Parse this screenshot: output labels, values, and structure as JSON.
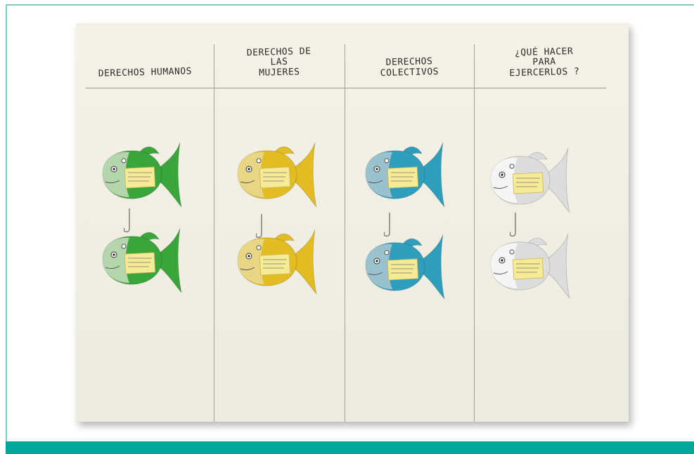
{
  "columns": [
    {
      "title": "DERECHOS HUMANOS",
      "color": "#3aa53a",
      "head": "#bcd7b3"
    },
    {
      "title": "DERECHOS DE\nLAS\nMUJERES",
      "color": "#e2bc22",
      "head": "#e8d78a"
    },
    {
      "title": "DERECHOS\nCOLECTIVOS",
      "color": "#2f9ebc",
      "head": "#9fc4cf"
    },
    {
      "title": "¿QUÉ HACER\nPARA\nEJERCERLOS ?",
      "color": "#dcdcdc",
      "head": "#f6f6f6"
    }
  ],
  "colors": {
    "frame": "#7fcbc4",
    "bottom_bar": "#00a79a",
    "poster": "#f1efe4",
    "note": "#f6eb95"
  }
}
